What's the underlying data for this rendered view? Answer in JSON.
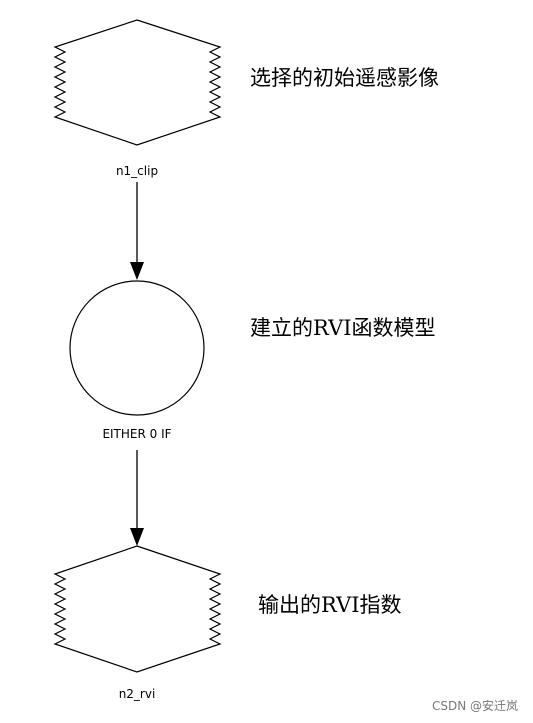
{
  "nodes": {
    "input": {
      "label": "n1_clip",
      "annotation": "选择的初始遥感影像",
      "shape": "raster-dataset"
    },
    "function": {
      "label": "EITHER 0 IF",
      "annotation": "建立的RVI函数模型",
      "shape": "function-circle"
    },
    "output": {
      "label": "n2_rvi",
      "annotation": "输出的RVI指数",
      "shape": "raster-dataset"
    }
  },
  "colors": {
    "stroke": "#000000",
    "background": "#ffffff",
    "watermark": "#777777"
  },
  "watermark": "CSDN @安迁岚"
}
